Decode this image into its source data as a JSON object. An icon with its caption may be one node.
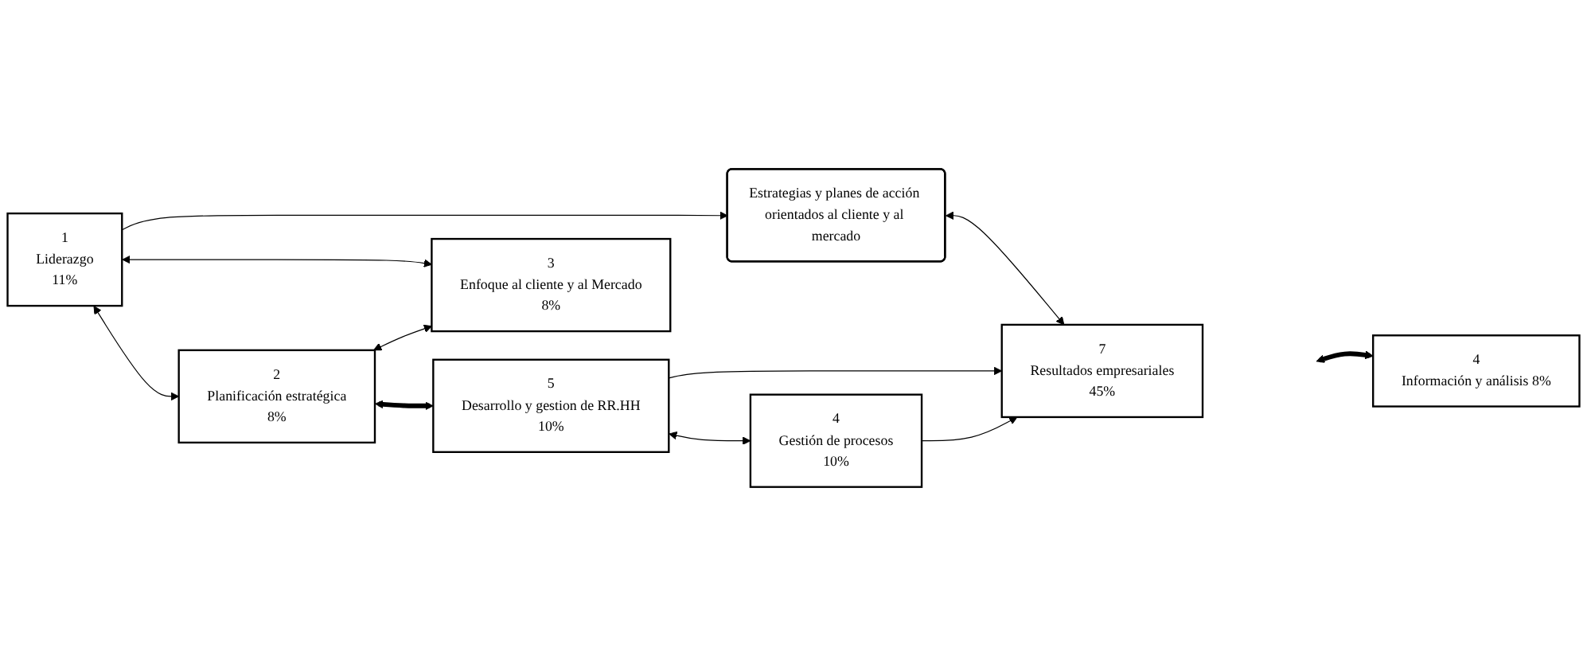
{
  "diagram": {
    "nodes": [
      {
        "text": [
          "Estrategias y planes de acción orientados al cliente y al mercado"
        ]
      },
      {
        "text": [
          "2",
          "Planificación estratégica",
          "8%"
        ]
      },
      {
        "text": [
          "5",
          "Desarrollo y gestion de RR.HH",
          "10%"
        ]
      },
      {
        "text": [
          "1",
          "Liderazgo",
          "11%"
        ]
      },
      {
        "text": [
          "7",
          "Resultados empresariales",
          "45%"
        ]
      },
      {
        "text": [
          "3",
          "Enfoque al cliente y al  Mercado",
          "8%"
        ]
      },
      {
        "text": [
          "4",
          "Gestión de procesos",
          "10%"
        ]
      },
      {
        "text": [
          "4",
          "Información y análisis  8%"
        ]
      }
    ],
    "edges": [
      {
        "from": 3,
        "to": 0,
        "arrow": "to"
      },
      {
        "from": 0,
        "to": 4,
        "arrow": "both"
      },
      {
        "from": 3,
        "to": 1,
        "arrow": "both"
      },
      {
        "from": 3,
        "to": 5,
        "arrow": "both"
      },
      {
        "from": 1,
        "to": 5,
        "arrow": "both"
      },
      {
        "from": 2,
        "to": 6,
        "arrow": "both"
      },
      {
        "from": 1,
        "to": 2,
        "arrow": "both",
        "style": "thick"
      },
      {
        "from": null,
        "to": 7,
        "arrow": "both",
        "style": "thick"
      },
      {
        "from": 2,
        "to": 4,
        "arrow": "to"
      },
      {
        "from": 6,
        "to": 4,
        "arrow": "to"
      }
    ]
  }
}
